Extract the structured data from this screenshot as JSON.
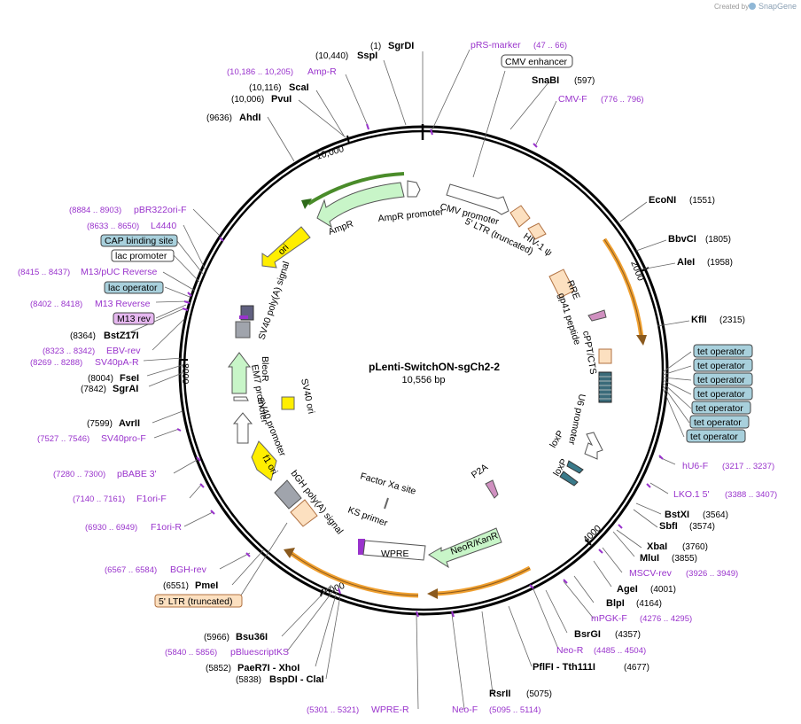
{
  "brand": {
    "created_by": "Created by",
    "name": "SnapGene"
  },
  "title": "pLenti-SwitchON-sgCh2-2",
  "length": "10,556 bp",
  "ticks": [
    "10,000",
    "2000",
    "4000",
    "6000",
    "8000"
  ],
  "colors": {
    "backbone": "#000000",
    "primer": "#9933cc",
    "promoter": "#ffffff",
    "ori": "#ffee00",
    "resistance": "#c8f5c8",
    "orf_orange": "#f0a030",
    "ltr": "#fce0c0",
    "operator": "#a8d0dc",
    "m13": "#e6b8f0",
    "gray": "#a0a4ac"
  },
  "enzymes": [
    {
      "pos": "(1)",
      "name": "SgrDI"
    },
    {
      "pos": "(10,440)",
      "name": "SspI"
    },
    {
      "pos": "(10,116)",
      "name": "ScaI"
    },
    {
      "pos": "(10,006)",
      "name": "PvuI"
    },
    {
      "pos": "(9636)",
      "name": "AhdI"
    },
    {
      "pos": "(597)",
      "name": "SnaBI"
    },
    {
      "pos": "(1551)",
      "name": "EcoNI"
    },
    {
      "pos": "(1805)",
      "name": "BbvCI"
    },
    {
      "pos": "(1958)",
      "name": "AleI"
    },
    {
      "pos": "(2315)",
      "name": "KflI"
    },
    {
      "pos": "(3564)",
      "name": "BstXI"
    },
    {
      "pos": "(3574)",
      "name": "SbfI"
    },
    {
      "pos": "(3760)",
      "name": "XbaI"
    },
    {
      "pos": "(3855)",
      "name": "MluI"
    },
    {
      "pos": "(4001)",
      "name": "AgeI"
    },
    {
      "pos": "(4164)",
      "name": "BlpI"
    },
    {
      "pos": "(4357)",
      "name": "BsrGI"
    },
    {
      "pos": "(4677)",
      "name": "PflFI - Tth111I"
    },
    {
      "pos": "(5075)",
      "name": "RsrII"
    },
    {
      "pos": "(8364)",
      "name": "BstZ17I"
    },
    {
      "pos": "(8004)",
      "name": "FseI"
    },
    {
      "pos": "(7842)",
      "name": "SgrAI"
    },
    {
      "pos": "(7599)",
      "name": "AvrII"
    },
    {
      "pos": "(6551)",
      "name": "PmeI"
    },
    {
      "pos": "(5966)",
      "name": "Bsu36I"
    },
    {
      "pos": "(5852)",
      "name": "PaeR7I - XhoI"
    },
    {
      "pos": "(5838)",
      "name": "BspDI - ClaI"
    }
  ],
  "primers": [
    {
      "name": "pRS-marker",
      "range": "(47 .. 66)"
    },
    {
      "name": "Amp-R",
      "range": "(10,186 .. 10,205)"
    },
    {
      "name": "CMV-F",
      "range": "(776 .. 796)"
    },
    {
      "name": "pBR322ori-F",
      "range": "(8884 .. 8903)"
    },
    {
      "name": "L4440",
      "range": "(8633 .. 8650)"
    },
    {
      "name": "M13/pUC Reverse",
      "range": "(8415 .. 8437)"
    },
    {
      "name": "M13 Reverse",
      "range": "(8402 .. 8418)"
    },
    {
      "name": "EBV-rev",
      "range": "(8323 .. 8342)"
    },
    {
      "name": "SV40pA-R",
      "range": "(8269 .. 8288)"
    },
    {
      "name": "SV40pro-F",
      "range": "(7527 .. 7546)"
    },
    {
      "name": "pBABE 3'",
      "range": "(7280 .. 7300)"
    },
    {
      "name": "F1ori-F",
      "range": "(7140 .. 7161)"
    },
    {
      "name": "F1ori-R",
      "range": "(6930 .. 6949)"
    },
    {
      "name": "BGH-rev",
      "range": "(6567 .. 6584)"
    },
    {
      "name": "pBluescriptKS",
      "range": "(5840 .. 5856)"
    },
    {
      "name": "WPRE-R",
      "range": "(5301 .. 5321)"
    },
    {
      "name": "Neo-F",
      "range": "(5095 .. 5114)"
    },
    {
      "name": "hU6-F",
      "range": "(3217 .. 3237)"
    },
    {
      "name": "LKO.1 5'",
      "range": "(3388 .. 3407)"
    },
    {
      "name": "MSCV-rev",
      "range": "(3926 .. 3949)"
    },
    {
      "name": "mPGK-F",
      "range": "(4276 .. 4295)"
    },
    {
      "name": "Neo-R",
      "range": "(4485 .. 4504)"
    }
  ],
  "boxed_features": {
    "cmv_enhancer": "CMV enhancer",
    "cap_binding_site": "CAP binding site",
    "lac_promoter": "lac promoter",
    "lac_operator": "lac operator",
    "m13_rev": "M13 rev",
    "ltr_truncated": "5' LTR (truncated)",
    "tet_operator": [
      "tet operator",
      "tet operator",
      "tet operator",
      "tet operator",
      "tet operator",
      "tet operator",
      "tet operator"
    ]
  },
  "inner_features": {
    "ampr_promoter": "AmpR promoter",
    "ampr": "AmpR",
    "ori": "ori",
    "sv40_polya": "SV40 poly(A) signal",
    "em7": "EM7 promoter",
    "bleor": "BleoR",
    "sv40_promoter": "SV40 promoter",
    "sv40_ori": "SV40 ori",
    "f1_ori": "f1 ori",
    "bgh": "bGH poly(A) signal",
    "ks_primer": "KS primer",
    "factor_xa": "Factor Xa site",
    "wpre": "WPRE",
    "neo_kanr": "NeoR/KanR",
    "p2a": "P2A",
    "cmv_promoter": "CMV promoter",
    "ltr5_trunc": "5' LTR (truncated)",
    "hiv_psi": "HIV-1 ψ",
    "rre": "RRE",
    "gp41": "gp41 peptide",
    "cppt": "cPPT/CTS",
    "u6": "U6 promoter",
    "loxp1": "loxP",
    "loxp2": "loxP"
  }
}
